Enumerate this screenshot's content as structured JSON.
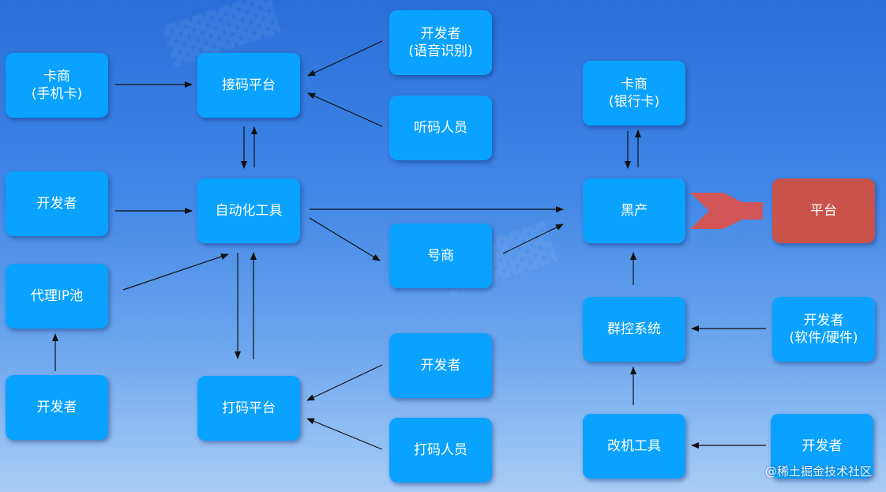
{
  "nodes": {
    "card_dealer_sim": {
      "line1": "卡商",
      "line2": "(手机卡)"
    },
    "code_platform": {
      "line1": "接码平台"
    },
    "developer_voice": {
      "line1": "开发者",
      "line2": "(语音识别)"
    },
    "listener": {
      "line1": "听码人员"
    },
    "developer_automation": {
      "line1": "开发者"
    },
    "automation_tool": {
      "line1": "自动化工具"
    },
    "proxy_pool": {
      "line1": "代理IP池"
    },
    "developer_proxy": {
      "line1": "开发者"
    },
    "account_dealer": {
      "line1": "号商"
    },
    "captcha_platform": {
      "line1": "打码平台"
    },
    "developer_captcha": {
      "line1": "开发者"
    },
    "captcha_worker": {
      "line1": "打码人员"
    },
    "card_dealer_bank": {
      "line1": "卡商",
      "line2": "(银行卡)"
    },
    "black_market": {
      "line1": "黑产"
    },
    "platform": {
      "line1": "平台"
    },
    "group_control": {
      "line1": "群控系统"
    },
    "developer_hw": {
      "line1": "开发者",
      "line2": "(软件/硬件)"
    },
    "device_mod_tool": {
      "line1": "改机工具"
    },
    "developer_mod": {
      "line1": "开发者"
    }
  },
  "credit": "@稀土掘金技术社区",
  "colors": {
    "node": "#0aa2ff",
    "platform": "#c9534a",
    "arrow": "#111111",
    "big_arrow": "#d9534f"
  }
}
